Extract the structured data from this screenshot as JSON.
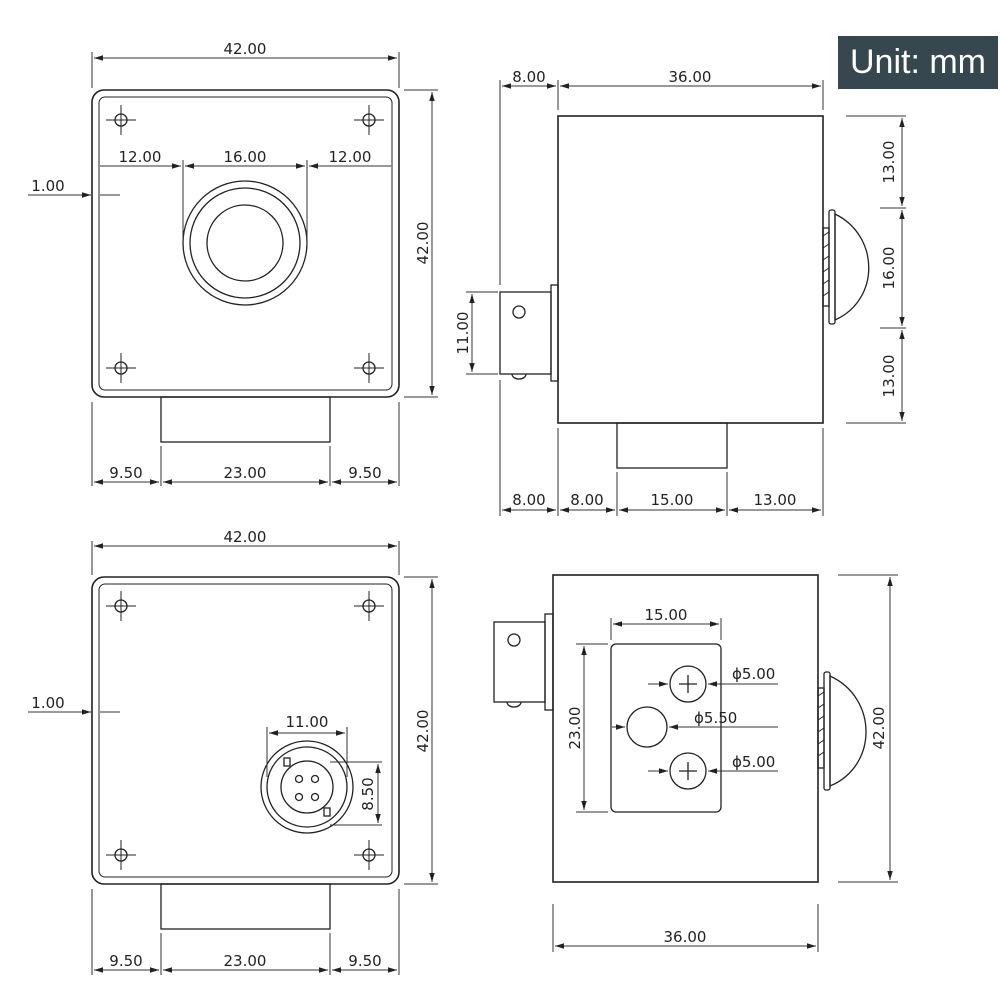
{
  "unit_label": "Unit: mm",
  "views": {
    "front": {
      "width": "42.00",
      "height": "42.00",
      "inset_left": "1.00",
      "lens_offset_left": "12.00",
      "lens_diameter": "16.00",
      "lens_offset_right": "12.00",
      "base_left": "9.50",
      "base_width": "23.00",
      "base_right": "9.50"
    },
    "side": {
      "connector_depth": "8.00",
      "body_length": "36.00",
      "top_to_lens": "13.00",
      "lens_height": "16.00",
      "lens_to_bottom": "13.00",
      "connector_height": "11.00",
      "bottom_dims": [
        "8.00",
        "8.00",
        "15.00",
        "13.00"
      ]
    },
    "rear": {
      "width": "42.00",
      "height": "42.00",
      "inset_left": "1.00",
      "socket_diameter": "11.00",
      "socket_offset": "8.50",
      "base_left": "9.50",
      "base_width": "23.00",
      "base_right": "9.50"
    },
    "bottom": {
      "plate_width": "15.00",
      "plate_height": "23.00",
      "screw_top": "ϕ5.00",
      "center_hole": "ϕ5.50",
      "screw_bottom": "ϕ5.00",
      "height": "42.00",
      "length": "36.00"
    }
  },
  "colors": {
    "badge_bg": "#37474f",
    "badge_text": "#ffffff",
    "line": "#222222"
  }
}
